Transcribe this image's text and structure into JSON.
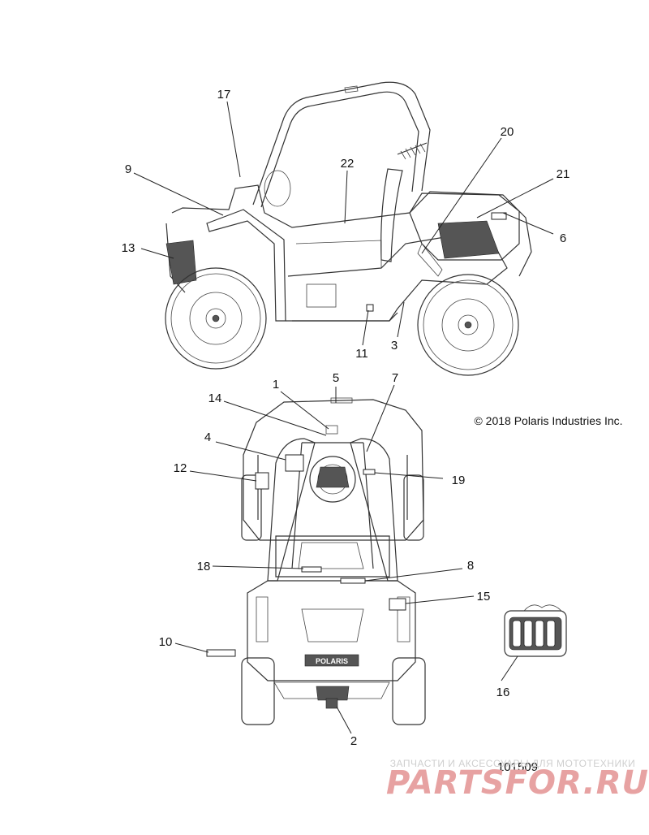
{
  "copyright": "© 2018 Polaris Industries Inc.",
  "figure_number": "101509",
  "watermark": {
    "caption": "ЗАПЧАСТИ И АКСЕССУАРЫ ДЛЯ МОТОТЕХНИКИ",
    "brand": "PARTSFOR.RU"
  },
  "vehicle_badge": "POLARIS",
  "callouts": [
    {
      "id": "17",
      "text": "17"
    },
    {
      "id": "9",
      "text": "9"
    },
    {
      "id": "22",
      "text": "22"
    },
    {
      "id": "20",
      "text": "20"
    },
    {
      "id": "21",
      "text": "21"
    },
    {
      "id": "6",
      "text": "6"
    },
    {
      "id": "13",
      "text": "13"
    },
    {
      "id": "11",
      "text": "11"
    },
    {
      "id": "3",
      "text": "3"
    },
    {
      "id": "1",
      "text": "1"
    },
    {
      "id": "5",
      "text": "5"
    },
    {
      "id": "7",
      "text": "7"
    },
    {
      "id": "14",
      "text": "14"
    },
    {
      "id": "4",
      "text": "4"
    },
    {
      "id": "12",
      "text": "12"
    },
    {
      "id": "19",
      "text": "19"
    },
    {
      "id": "18",
      "text": "18"
    },
    {
      "id": "8",
      "text": "8"
    },
    {
      "id": "15",
      "text": "15"
    },
    {
      "id": "10",
      "text": "10"
    },
    {
      "id": "16",
      "text": "16"
    },
    {
      "id": "2",
      "text": "2"
    }
  ]
}
